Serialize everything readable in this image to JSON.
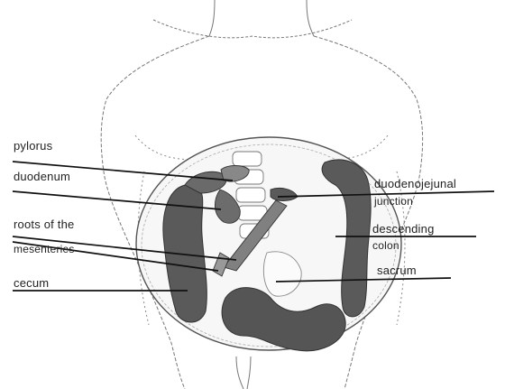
{
  "labels": {
    "pylorus": "pylorus",
    "duodenum": "duodenum",
    "roots_line1": "roots of the",
    "roots_line2": "mesenteries",
    "cecum": "cecum",
    "dj_line1": "duodenojejunal",
    "dj_line2": "junction",
    "desc_line1": "descending",
    "desc_line2": "colon",
    "sacrum": "sacrum"
  },
  "colors": {
    "outline": "#555555",
    "bowel": "#5a5a5a",
    "leader": "#111111"
  }
}
